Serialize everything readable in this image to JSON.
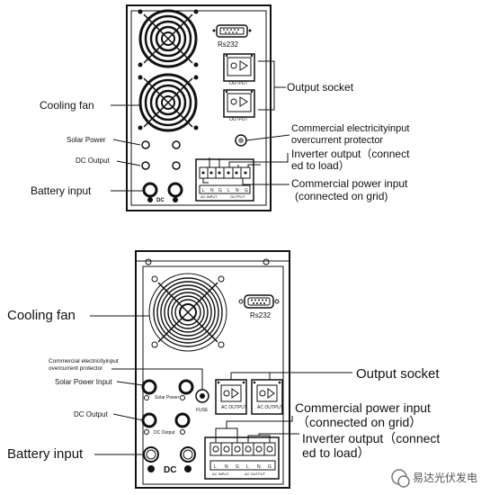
{
  "diagram1": {
    "rs232": "Rs232",
    "output_small_1": "OUTPUT",
    "output_small_2": "OUTPUT",
    "labels": {
      "cooling_fan": "Cooling fan",
      "solar_power": "Solar Power",
      "dc_output": "DC Output",
      "battery_input": "Battery input",
      "output_socket": "Output socket",
      "protector_line1": "Commercial electricityinput",
      "protector_line2": "overcurrent protector",
      "inverter_line1": "Inverter output（connect",
      "inverter_line2": "ed to load）",
      "commercial_line1": "Commercial power input",
      "commercial_line2": "(connected on grid)"
    },
    "dc": "DC",
    "terminal_letters": [
      "L",
      "N",
      "G",
      "L",
      "N",
      "G"
    ],
    "ac_input": "AC INPUT",
    "ac_output": "OUTPUT"
  },
  "diagram2": {
    "rs232": "Rs232",
    "fuse": "FUSE",
    "solar_small": "Solar Power",
    "dc_output_small": "DC Output",
    "ac_output_small_1": "AC OUTPUT",
    "ac_output_small_2": "AC OUTPUT",
    "labels": {
      "cooling_fan": "Cooling fan",
      "protector_line1": "Commercial electricityinput",
      "protector_line2": "overcurrent protector",
      "solar_power_input": "Solar Power Input",
      "dc_output": "DC Output",
      "battery_input": "Battery input",
      "output_socket": "Output socket",
      "commercial_line1": "Commercial power input",
      "commercial_line2": "（connected on grid）",
      "inverter_line1": "Inverter output（connect",
      "inverter_line2": "ed to load）"
    },
    "dc": "DC",
    "terminal_letters": [
      "L",
      "N",
      "G",
      "L",
      "N",
      "G"
    ],
    "ac_input": "AC INPUT",
    "ac_output": "AC OUTPUT"
  },
  "watermark": "易达光伏发电"
}
